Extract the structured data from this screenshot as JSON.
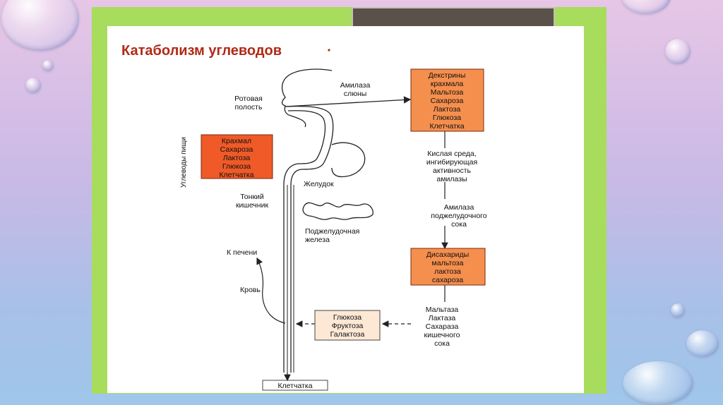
{
  "title": "Катаболизм углеводов",
  "vertical_label": "Углеводы пищи",
  "food_box": [
    "Крахмал",
    "Сахароза",
    "Лактоза",
    "Глюкоза",
    "Клетчатка"
  ],
  "mouth_box": [
    "Декстрины",
    "крахмала",
    "Мальтоза",
    "Сахароза",
    "Лактоза",
    "Глюкоза",
    "Клетчатка"
  ],
  "disaccharides_box": [
    "Дисахариды",
    "мальтоза",
    "лактоза",
    "сахароза"
  ],
  "monosaccharides_box": [
    "Глюкоза",
    "Фруктоза",
    "Галактоза"
  ],
  "fiber_box": "Клетчатка",
  "labels": {
    "oral_cavity": [
      "Ротовая",
      "полость"
    ],
    "salivary_amylase": [
      "Амилаза",
      "слюны"
    ],
    "stomach": "Желудок",
    "small_intestine": [
      "Тонкий",
      "кишечник"
    ],
    "pancreas": [
      "Поджелудочная",
      "железа"
    ],
    "to_liver": "К печени",
    "blood": "Кровь",
    "acidic_env": [
      "Кислая среда,",
      "ингибирующая",
      "активность",
      "амилазы"
    ],
    "pancreatic_amylase": [
      "Амилаза",
      "поджелудочного",
      "сока"
    ],
    "intestinal_enzymes": [
      "Мальтаза",
      "Лактаза",
      "Сахараза",
      "кишечного",
      "сока"
    ]
  },
  "colors": {
    "dark_orange": "#ef5a28",
    "light_orange": "#f58f4e",
    "pale_box": "#fde8d5",
    "slide_frame": "#a8dc5c",
    "title": "#b02a17"
  }
}
